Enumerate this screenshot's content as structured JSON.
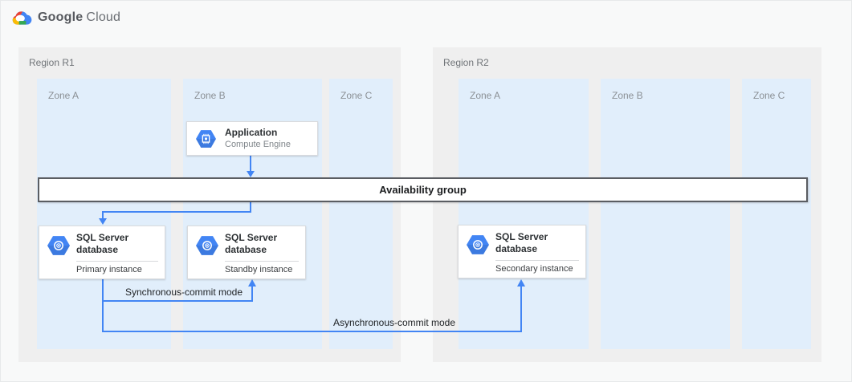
{
  "header": {
    "logo": {
      "part1": "Google",
      "part2": "Cloud"
    }
  },
  "regions": [
    {
      "label": "Region R1",
      "zones": [
        {
          "label": "Zone A"
        },
        {
          "label": "Zone B"
        },
        {
          "label": "Zone C"
        }
      ]
    },
    {
      "label": "Region R2",
      "zones": [
        {
          "label": "Zone A"
        },
        {
          "label": "Zone B"
        },
        {
          "label": "Zone C"
        }
      ]
    }
  ],
  "nodes": {
    "application": {
      "title": "Application",
      "subtitle": "Compute Engine",
      "icon": "compute-engine-icon"
    },
    "primary_db": {
      "title": "SQL Server database",
      "instance": "Primary instance",
      "icon": "cloud-sql-icon"
    },
    "standby_db": {
      "title": "SQL Server database",
      "instance": "Standby instance",
      "icon": "cloud-sql-icon"
    },
    "secondary_db": {
      "title": "SQL Server database",
      "instance": "Secondary instance",
      "icon": "cloud-sql-icon"
    }
  },
  "availability_group": {
    "label": "Availability group"
  },
  "connections": {
    "sync_label": "Synchronous-commit mode",
    "async_label": "Asynchronous-commit mode"
  },
  "colors": {
    "accent_blue": "#4285f4",
    "region_bg": "#efefef",
    "zone_bg": "#e1eefb",
    "page_bg": "#f8f9f9",
    "bar_border": "#5a5d62",
    "logo_red": "#ea4335",
    "logo_yellow": "#fbbc05",
    "logo_green": "#34a853",
    "logo_blue": "#4285f4"
  }
}
